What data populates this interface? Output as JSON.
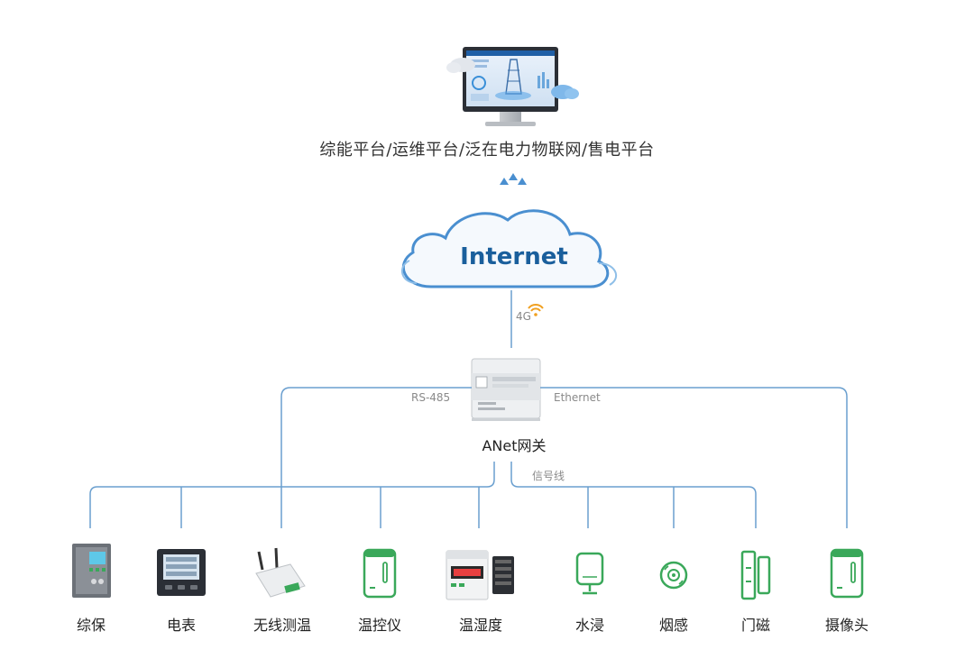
{
  "platform": {
    "title": "综能平台/运维平台/泛在电力物联网/售电平台"
  },
  "cloud": {
    "label": "Internet"
  },
  "links": {
    "cellular": "4G",
    "rs485": "RS-485",
    "ethernet": "Ethernet",
    "signal": "信号线"
  },
  "gateway": {
    "name": "ANet网关"
  },
  "devices": [
    {
      "name": "综保",
      "icon": "protection-relay-icon"
    },
    {
      "name": "电表",
      "icon": "power-meter-icon"
    },
    {
      "name": "无线测温",
      "icon": "wireless-temp-sensor-icon"
    },
    {
      "name": "温控仪",
      "icon": "temperature-controller-icon"
    },
    {
      "name": "温湿度",
      "icon": "temp-humidity-controller-icon"
    },
    {
      "name": "水浸",
      "icon": "water-leak-sensor-icon"
    },
    {
      "name": "烟感",
      "icon": "smoke-detector-icon"
    },
    {
      "name": "门磁",
      "icon": "door-sensor-icon"
    },
    {
      "name": "摄像头",
      "icon": "camera-icon"
    }
  ],
  "colors": {
    "line": "#6a9fcf",
    "accent": "#1a5f9c",
    "device_green": "#3aa85a",
    "wifi": "#f0a020"
  }
}
